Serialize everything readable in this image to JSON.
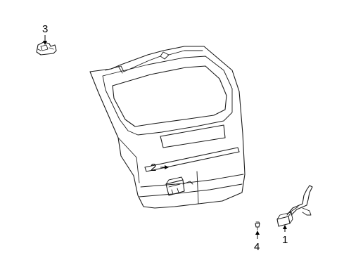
{
  "callouts": {
    "part_1": "1",
    "part_2": "2",
    "part_3": "3",
    "part_4": "4"
  },
  "colors": {
    "line": "#1a1a1a",
    "background": "#ffffff"
  }
}
